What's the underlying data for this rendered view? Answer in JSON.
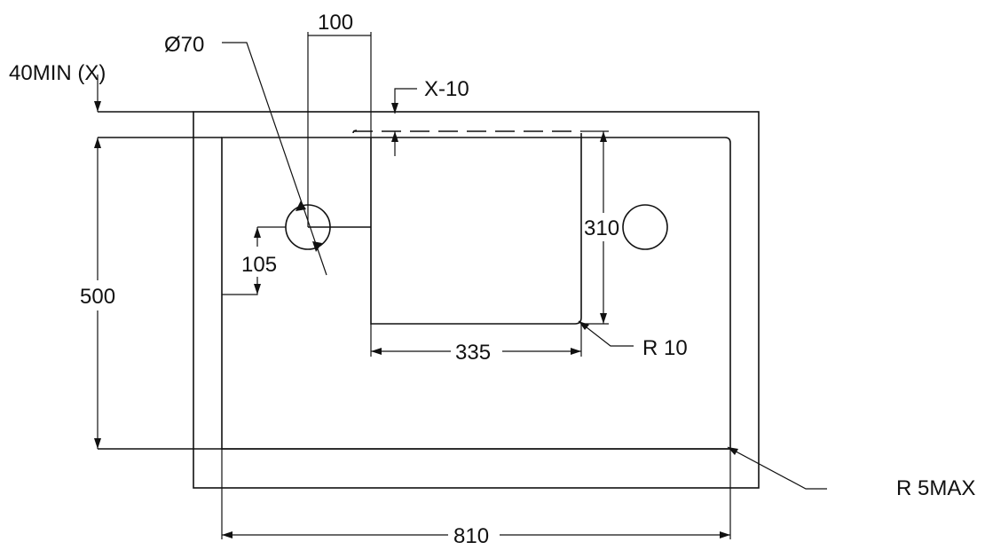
{
  "labels": {
    "min_depth": "40MIN (X)",
    "hole_dia": "Ø70",
    "hole_offset": "100",
    "recess_depth": "X-10",
    "hole_height": "105",
    "height": "500",
    "cut_height": "310",
    "cut_width": "335",
    "corner_radius": "R 10",
    "outer_radius": "R 5MAX",
    "width": "810"
  }
}
